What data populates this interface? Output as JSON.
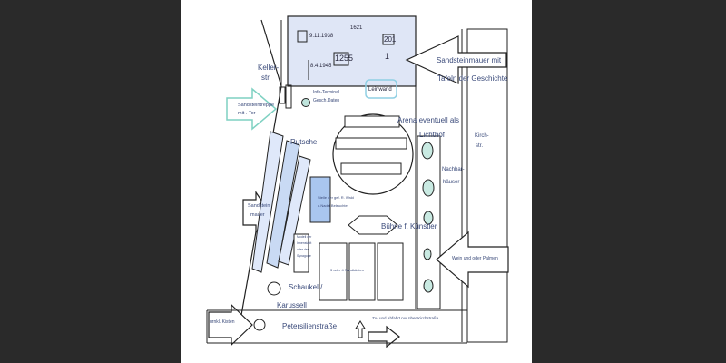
{
  "plan": {
    "top_block": {
      "date_1938": "9.11.1938",
      "number_1621": "1621",
      "number_201": "201",
      "number_1": "1",
      "number_1255": "1255",
      "date_1945": "8.4.1945"
    },
    "labels": {
      "keller_str_1": "Keller-",
      "keller_str_2": "str.",
      "sandsteintreppe_1": "Sandsteintreppe",
      "sandsteintreppe_2": "mit . Tor",
      "info_terminal_1": "Info-Terminal",
      "info_terminal_2": "Gesch.Daten",
      "leinwand": "Leinwand",
      "sandsteinmauer_1": "Sandsteinmauer mit",
      "sandsteinmauer_2": "Tafeln der Geschichte",
      "rutsche": "Rutsche",
      "arena_1": "Arena eventuell als",
      "arena_2": "Lichthof",
      "kirchstr_1": "Kirch-",
      "kirchstr_2": "str.",
      "nachbarhaeuser_1": "Nachbar-",
      "nachbarhaeuser_2": "häuser",
      "blue_box_1": "Stelle der gef. R. Wald",
      "blue_box_2": "u.Nadel Beleuchtet",
      "sandsteinmauer_left_1": "Sandstein",
      "sandsteinmauer_left_2": "mauer",
      "buehne": "Bühne f. Künstler",
      "modell_1": "Modell der",
      "modell_2": "Innenstadt",
      "modell_3": "oder der",
      "modell_4": "Synagoge",
      "boxes_caption": "3 oder 4 Sandkästen",
      "wein_palmen": "Wein und oder Palmen",
      "schaukel_1": "Schaukel /",
      "schaukel_2": "Karussell",
      "urnen_1": "urnkl. Kisten",
      "zufahrt": "Zu- und Abfahrt nur über Kirchstraße",
      "petersilienstrasse": "Petersilienstraße"
    }
  }
}
